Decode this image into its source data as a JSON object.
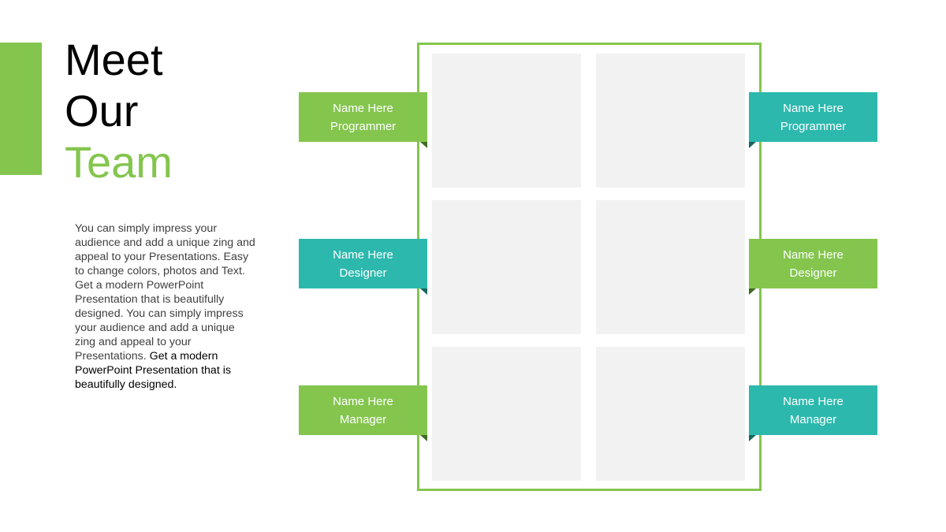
{
  "title": {
    "line1": "Meet",
    "line2": "Our",
    "line3": "Team"
  },
  "description": {
    "part1": "You can simply impress your audience and add a unique zing and appeal to your Presentations. Easy to change colors, photos and Text.  Get a modern PowerPoint  Presentation that is beautifully designed. You can simply impress your audience and add a unique zing and appeal to your Presentations.",
    "part2": "Get a modern PowerPoint Presentation that is beautifully designed."
  },
  "members": [
    {
      "name": "Name Here",
      "role": "Programmer",
      "color": "#84c54e"
    },
    {
      "name": "Name Here",
      "role": "Programmer",
      "color": "#2cb8ad"
    },
    {
      "name": "Name Here",
      "role": "Designer",
      "color": "#2cb8ad"
    },
    {
      "name": "Name Here",
      "role": "Designer",
      "color": "#84c54e"
    },
    {
      "name": "Name Here",
      "role": "Manager",
      "color": "#84c54e"
    },
    {
      "name": "Name Here",
      "role": "Manager",
      "color": "#2cb8ad"
    }
  ],
  "colors": {
    "accent_green": "#84c54e",
    "accent_teal": "#2cb8ad",
    "photo_placeholder": "#f2f2f2"
  }
}
